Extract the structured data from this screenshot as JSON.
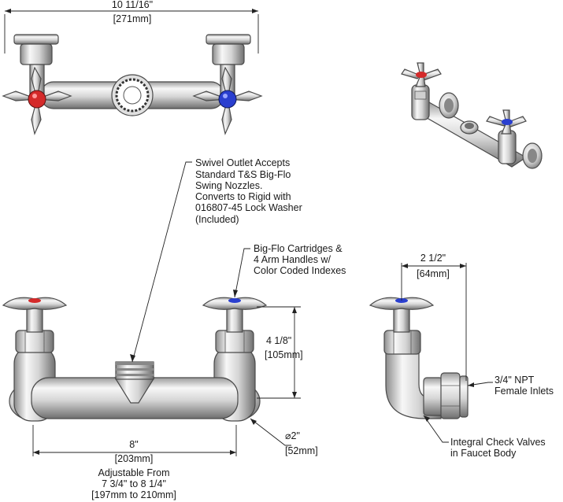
{
  "dimensions": {
    "overall_width": "10 11/16\"",
    "overall_width_mm": "[271mm]",
    "center_spacing": "8\"",
    "center_spacing_mm": "[203mm]",
    "adjustable_line1": "Adjustable From",
    "adjustable_line2": "7 3/4\" to 8 1/4\"",
    "adjustable_line3": "[197mm to 210mm]",
    "height": "4 1/8\"",
    "height_mm": "[105mm]",
    "diameter": "⌀2\"",
    "diameter_mm": "[52mm]",
    "depth": "2 1/2\"",
    "depth_mm": "[64mm]"
  },
  "callouts": {
    "swivel": [
      "Swivel Outlet Accepts",
      "Standard T&S Big-Flo",
      "Swing Nozzles.",
      "Converts to Rigid with",
      "016807-45 Lock Washer",
      "(Included)"
    ],
    "cartridges": [
      "Big-Flo Cartridges &",
      "4 Arm Handles w/",
      "Color Coded Indexes"
    ],
    "inlets": [
      "3/4\" NPT",
      "Female Inlets"
    ],
    "check_valves": [
      "Integral Check Valves",
      "in Faucet Body"
    ]
  },
  "colors": {
    "hot_index": "#d42a2a",
    "cold_index": "#2a3fcf",
    "metal_light": "#f4f4f4",
    "metal_mid": "#c9c9c9",
    "metal_dark": "#7a7a7a"
  }
}
